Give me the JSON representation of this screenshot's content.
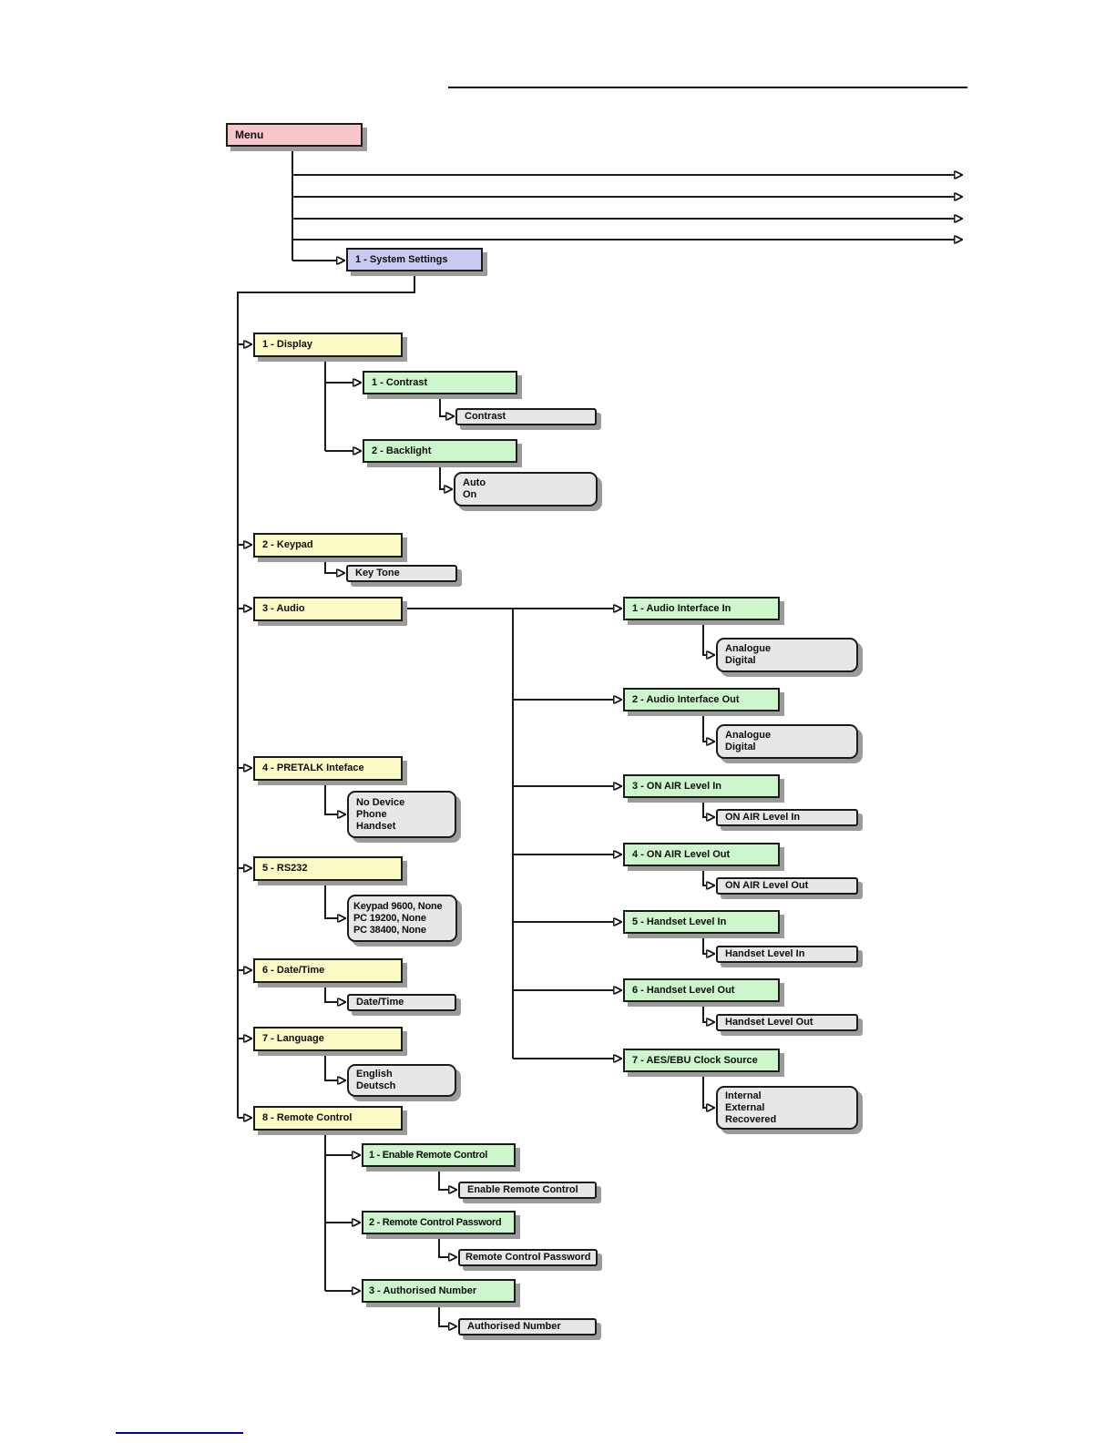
{
  "menu_tree": {
    "root": "Menu",
    "system_settings": "1 - System Settings",
    "display": "1 - Display",
    "contrast": "1 - Contrast",
    "contrast_value": "Contrast",
    "backlight": "2 - Backlight",
    "backlight_values": "Auto\nOn",
    "keypad": "2 - Keypad",
    "keytone_value": "Key Tone",
    "audio": "3 - Audio",
    "audio_interface_in": "1 - Audio Interface In",
    "audio_interface_in_values": "Analogue\nDigital",
    "audio_interface_out": "2 - Audio Interface Out",
    "audio_interface_out_values": "Analogue\nDigital",
    "onair_level_in": "3 - ON AIR Level In",
    "onair_level_in_value": "ON AIR Level In",
    "onair_level_out": "4 - ON AIR Level Out",
    "onair_level_out_value": "ON AIR Level Out",
    "handset_level_in": "5 - Handset Level In",
    "handset_level_in_value": "Handset Level In",
    "handset_level_out": "6 - Handset Level Out",
    "handset_level_out_value": "Handset Level Out",
    "aes_ebu_clock": "7 - AES/EBU Clock Source",
    "aes_ebu_clock_values": "Internal\nExternal\nRecovered",
    "pretalk": "4 - PRETALK Inteface",
    "pretalk_values": "No Device\nPhone\nHandset",
    "rs232": "5 - RS232",
    "rs232_values": "Keypad 9600, None\nPC 19200, None\nPC 38400, None",
    "datetime": "6 - Date/Time",
    "datetime_value": "Date/Time",
    "language": "7 - Language",
    "language_values": "English\nDeutsch",
    "remote_control": "8 - Remote Control",
    "enable_remote": "1 - Enable Remote Control",
    "enable_remote_value": "Enable Remote Control",
    "remote_password": "2 - Remote Control Password",
    "remote_password_value": "Remote Control Password",
    "authorised_number": "3 - Authorised Number",
    "authorised_number_value": "Authorised Number"
  },
  "colors": {
    "root_box": "#f8c7ca",
    "level1_box": "#c9caf2",
    "level2_box": "#fbf9c5",
    "level3_box": "#cdf6cc",
    "value_box": "#e7e7e7",
    "shadow": "#9b9b9b",
    "line": "#1a1a1a",
    "link_rule": "#00009a"
  }
}
